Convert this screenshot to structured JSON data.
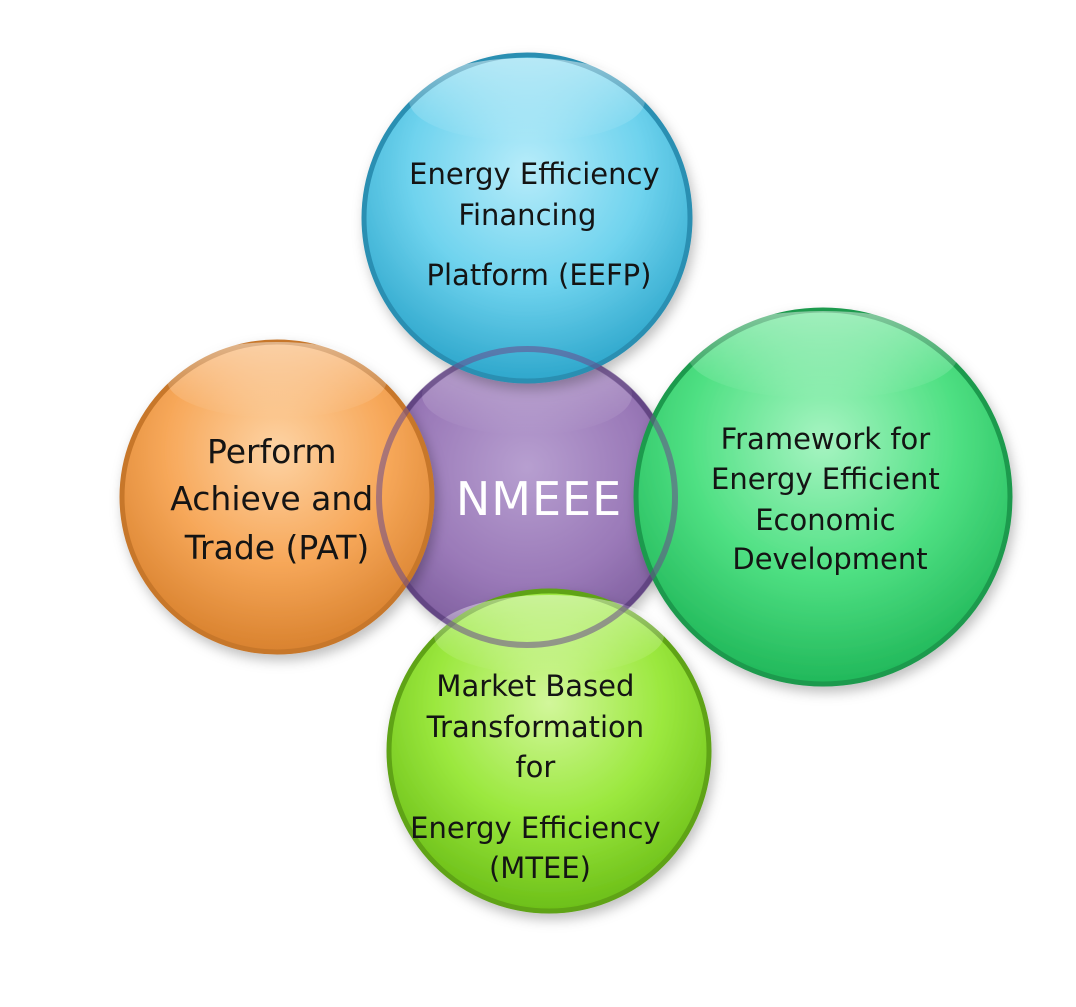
{
  "center": {
    "label": "NMEEE",
    "color": "#9a79b8"
  },
  "nodes": {
    "top": {
      "lines": [
        "Energy Efficiency",
        "Financing",
        "Platform (EEFP)"
      ],
      "color": "#6fd3ee"
    },
    "left": {
      "lines": [
        "Perform",
        "Achieve and",
        "Trade (PAT)"
      ],
      "color": "#f7a85a"
    },
    "right": {
      "lines": [
        "Framework for",
        "Energy Efficient",
        "Economic",
        "Development"
      ],
      "color": "#4fe083"
    },
    "bottom": {
      "lines": [
        "Market Based",
        "Transformation",
        "for",
        "Energy Efficiency",
        "(MTEE)"
      ],
      "color": "#9be83e"
    }
  }
}
